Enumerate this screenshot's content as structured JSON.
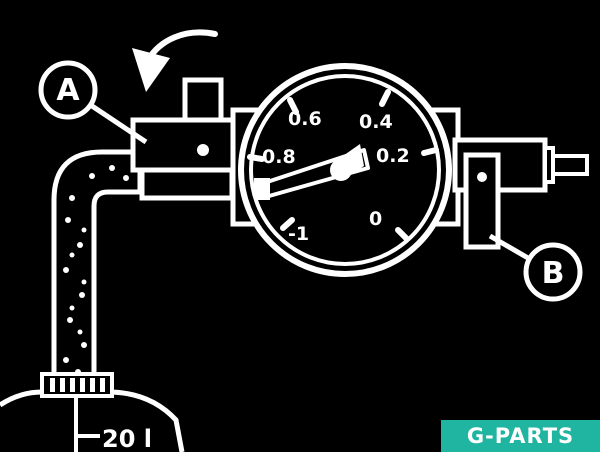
{
  "callouts": {
    "a": "A",
    "b": "B"
  },
  "gauge": {
    "scale": {
      "t1": "0.6",
      "t2": "0.4",
      "t3": "0.8",
      "t4": "0.2",
      "t5": "-1",
      "t6": "0"
    }
  },
  "tank_label": "20 l",
  "watermark": "G-PARTS",
  "colors": {
    "background": "#000000",
    "line": "#ffffff",
    "watermark_bg": "#1fb5a0"
  }
}
